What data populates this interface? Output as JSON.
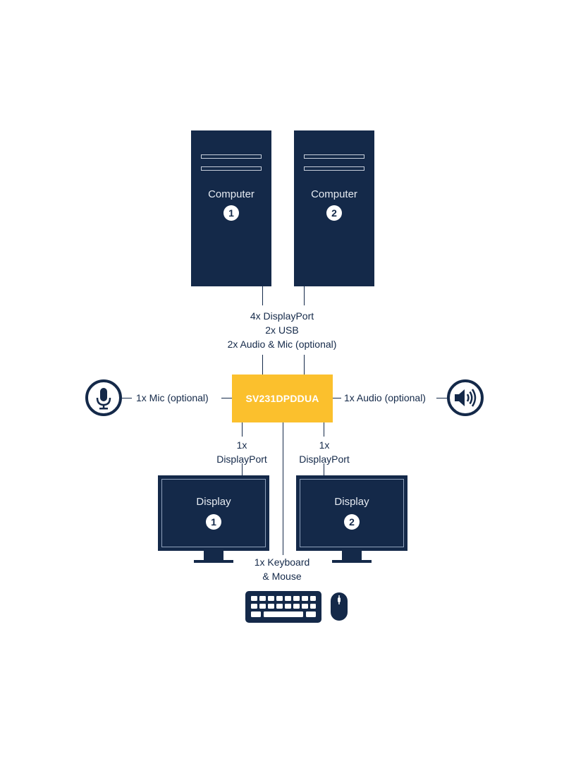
{
  "computers": [
    {
      "label": "Computer",
      "number": "1"
    },
    {
      "label": "Computer",
      "number": "2"
    }
  ],
  "computer_links": {
    "line1": "4x DisplayPort",
    "line2": "2x USB",
    "line3": "2x Audio & Mic (optional)"
  },
  "switch": {
    "model": "SV231DPDDUA"
  },
  "mic": {
    "label": "1x Mic (optional)",
    "icon": "microphone-icon"
  },
  "audio": {
    "label": "1x Audio (optional)",
    "icon": "speaker-icon"
  },
  "display_links": [
    {
      "line1": "1x",
      "line2": "DisplayPort"
    },
    {
      "line1": "1x",
      "line2": "DisplayPort"
    }
  ],
  "displays": [
    {
      "label": "Display",
      "number": "1"
    },
    {
      "label": "Display",
      "number": "2"
    }
  ],
  "peripherals": {
    "line1": "1x Keyboard",
    "line2": "& Mouse",
    "keyboard_icon": "keyboard-icon",
    "mouse_icon": "mouse-icon"
  },
  "colors": {
    "navy": "#142949",
    "yellow": "#fbc02d",
    "background": "#ffffff"
  }
}
